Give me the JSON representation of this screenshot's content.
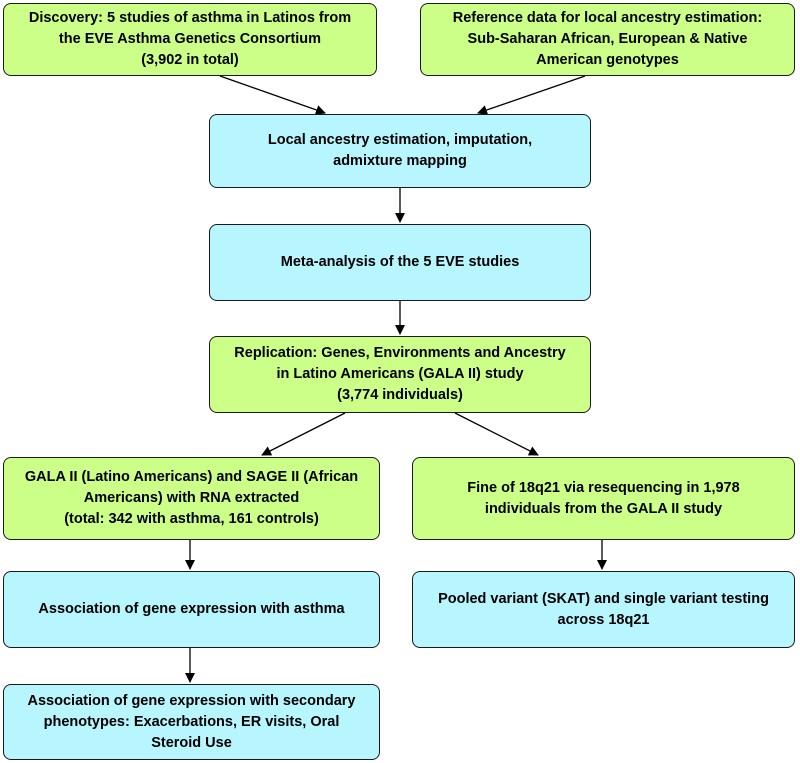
{
  "colors": {
    "green_box": "#ccff88",
    "cyan_box": "#b7f5ff",
    "arrow": "#000000"
  },
  "boxes": {
    "discovery": "Discovery: 5 studies of asthma in Latinos from\nthe EVE Asthma Genetics Consortium\n(3,902 in total)",
    "reference": "Reference data for local ancestry estimation:\nSub-Saharan African, European & Native\nAmerican genotypes",
    "local_ancestry": "Local ancestry estimation, imputation,\nadmixture mapping",
    "meta_analysis": "Meta-analysis of the 5 EVE studies",
    "replication": "Replication: Genes, Environments and Ancestry\nin Latino Americans (GALA II) study\n(3,774 individuals)",
    "gala_sage": "GALA II (Latino Americans) and SAGE II (African\nAmericans) with RNA extracted\n(total: 342 with asthma, 161 controls)",
    "fine_mapping": "Fine of 18q21 via resequencing in 1,978\nindividuals from the GALA II study",
    "assoc_expression": "Association of gene expression with asthma",
    "pooled_variant": "Pooled variant (SKAT) and single variant testing\nacross 18q21",
    "assoc_secondary": "Association of gene expression with secondary\nphenotypes: Exacerbations, ER visits, Oral\nSteroid Use"
  }
}
